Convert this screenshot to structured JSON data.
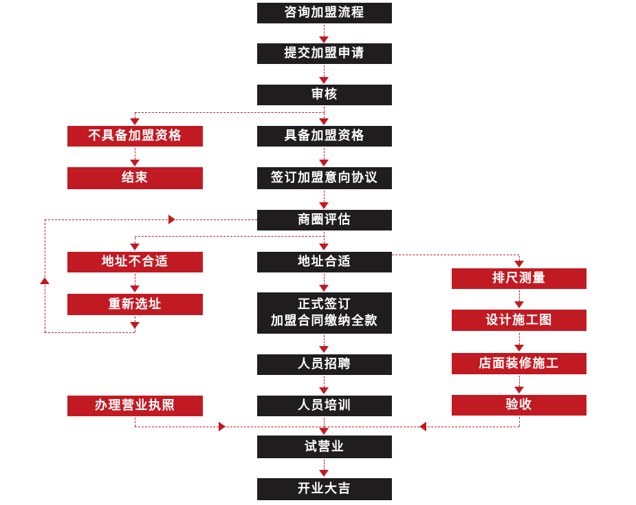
{
  "diagram": {
    "type": "flowchart",
    "language": "zh-CN",
    "colors": {
      "background": "#ffffff",
      "box_dark": "#201d1e",
      "box_red": "#c21a22",
      "arrow_red": "#c21a22",
      "text": "#ffffff"
    },
    "nodes": {
      "consult": {
        "label": "咨询加盟流程"
      },
      "submit": {
        "label": "提交加盟申请"
      },
      "review": {
        "label": "审核"
      },
      "qualified": {
        "label": "具备加盟资格"
      },
      "sign_intent": {
        "label": "签订加盟意向协议"
      },
      "assess": {
        "label": "商圈评估"
      },
      "addr_ok": {
        "label": "地址合适"
      },
      "contract": {
        "line1": "正式签订",
        "line2": "加盟合同缴纳全款"
      },
      "recruit": {
        "label": "人员招聘"
      },
      "training": {
        "label": "人员培训"
      },
      "trial": {
        "label": "试营业"
      },
      "opening": {
        "label": "开业大吉"
      },
      "not_qualified": {
        "label": "不具备加盟资格"
      },
      "end": {
        "label": "结束"
      },
      "addr_bad": {
        "label": "地址不合适"
      },
      "reselect": {
        "label": "重新选址"
      },
      "license": {
        "label": "办理营业执照"
      },
      "measure": {
        "label": "排尺测量"
      },
      "design": {
        "label": "设计施工图"
      },
      "construct": {
        "label": "店面装修施工"
      },
      "accept": {
        "label": "验收"
      }
    },
    "edges": [
      "咨询加盟流程→提交加盟申请",
      "提交加盟申请→审核",
      "审核→具备加盟资格",
      "审核→不具备加盟资格",
      "不具备加盟资格→结束",
      "具备加盟资格→签订加盟意向协议",
      "签订加盟意向协议→商圈评估",
      "商圈评估→地址合适",
      "商圈评估→地址不合适",
      "地址不合适→重新选址",
      "重新选址→商圈评估",
      "地址合适→正式签订加盟合同缴纳全款",
      "地址合适→排尺测量",
      "排尺测量→设计施工图",
      "设计施工图→店面装修施工",
      "店面装修施工→验收",
      "正式签订加盟合同缴纳全款→人员招聘",
      "人员招聘→人员培训",
      "人员培训→试营业",
      "办理营业执照→试营业",
      "验收→试营业",
      "试营业→开业大吉"
    ]
  }
}
